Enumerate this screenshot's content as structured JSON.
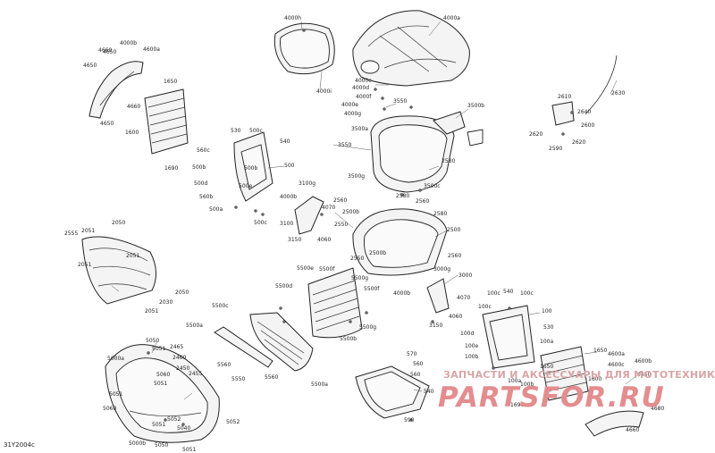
{
  "diagram_code": "31Y2004c",
  "watermark": {
    "line1": "ЗАПЧАСТИ И АКСЕССУАРЫ ДЛЯ МОТОТЕХНИКИ",
    "line2": "PARTSFOR.RU"
  },
  "callouts": [
    {
      "id": "c1",
      "text": "4000h"
    },
    {
      "id": "c2",
      "text": "4000a"
    },
    {
      "id": "c3",
      "text": "4000b"
    },
    {
      "id": "c4",
      "text": "4660"
    },
    {
      "id": "c5",
      "text": "4600a"
    },
    {
      "id": "c6",
      "text": "4650"
    },
    {
      "id": "c7",
      "text": "4660"
    },
    {
      "id": "c8",
      "text": "4650"
    },
    {
      "id": "c9",
      "text": "1650"
    },
    {
      "id": "c10",
      "text": "1600"
    },
    {
      "id": "c11",
      "text": "1690"
    },
    {
      "id": "c12",
      "text": "4000i"
    },
    {
      "id": "c13",
      "text": "4000c"
    },
    {
      "id": "c14",
      "text": "4000d"
    },
    {
      "id": "c15",
      "text": "4000f"
    },
    {
      "id": "c16",
      "text": "4000e"
    },
    {
      "id": "c17",
      "text": "4000g"
    },
    {
      "id": "c18",
      "text": "3550"
    },
    {
      "id": "c19",
      "text": "3500b"
    },
    {
      "id": "c20",
      "text": "3500a"
    },
    {
      "id": "c21",
      "text": "3550"
    },
    {
      "id": "c22",
      "text": "2580"
    },
    {
      "id": "c23",
      "text": "3500g"
    },
    {
      "id": "c24",
      "text": "3500c"
    },
    {
      "id": "c25",
      "text": "2630"
    },
    {
      "id": "c26",
      "text": "2610"
    },
    {
      "id": "c27",
      "text": "2640"
    },
    {
      "id": "c28",
      "text": "2600"
    },
    {
      "id": "c29",
      "text": "2620"
    },
    {
      "id": "c30",
      "text": "2620"
    },
    {
      "id": "c31",
      "text": "2590"
    },
    {
      "id": "c32",
      "text": "530"
    },
    {
      "id": "c33",
      "text": "500c"
    },
    {
      "id": "c34",
      "text": "540"
    },
    {
      "id": "c35",
      "text": "560c"
    },
    {
      "id": "c36",
      "text": "500"
    },
    {
      "id": "c37",
      "text": "500b"
    },
    {
      "id": "c38",
      "text": "500b"
    },
    {
      "id": "c39",
      "text": "500d"
    },
    {
      "id": "c40",
      "text": "500e"
    },
    {
      "id": "c41",
      "text": "560b"
    },
    {
      "id": "c42",
      "text": "500a"
    },
    {
      "id": "c43",
      "text": "500c"
    },
    {
      "id": "c44",
      "text": "3100g"
    },
    {
      "id": "c45",
      "text": "4000b"
    },
    {
      "id": "c46",
      "text": "4070"
    },
    {
      "id": "c47",
      "text": "3100"
    },
    {
      "id": "c48",
      "text": "3150"
    },
    {
      "id": "c49",
      "text": "4060"
    },
    {
      "id": "c50",
      "text": "2560"
    },
    {
      "id": "c51",
      "text": "2580"
    },
    {
      "id": "c52",
      "text": "2500b"
    },
    {
      "id": "c53",
      "text": "2560"
    },
    {
      "id": "c54",
      "text": "2580"
    },
    {
      "id": "c55",
      "text": "2500"
    },
    {
      "id": "c56",
      "text": "2550"
    },
    {
      "id": "c57",
      "text": "2500b"
    },
    {
      "id": "c58",
      "text": "2560"
    },
    {
      "id": "c59",
      "text": "2550"
    },
    {
      "id": "c60",
      "text": "2051"
    },
    {
      "id": "c61",
      "text": "2050"
    },
    {
      "id": "c62",
      "text": "2051"
    },
    {
      "id": "c63",
      "text": "2051"
    },
    {
      "id": "c64",
      "text": "2555"
    },
    {
      "id": "c65",
      "text": "2050"
    },
    {
      "id": "c66",
      "text": "2030"
    },
    {
      "id": "c67",
      "text": "2051"
    },
    {
      "id": "c68",
      "text": "5500e"
    },
    {
      "id": "c69",
      "text": "5500f"
    },
    {
      "id": "c70",
      "text": "5500d"
    },
    {
      "id": "c71",
      "text": "5500g"
    },
    {
      "id": "c72",
      "text": "5500f"
    },
    {
      "id": "c73",
      "text": "5500c"
    },
    {
      "id": "c74",
      "text": "5500g"
    },
    {
      "id": "c75",
      "text": "5500b"
    },
    {
      "id": "c76",
      "text": "5500a"
    },
    {
      "id": "c77",
      "text": "5560"
    },
    {
      "id": "c78",
      "text": "5550"
    },
    {
      "id": "c79",
      "text": "5560"
    },
    {
      "id": "c80",
      "text": "5500a"
    },
    {
      "id": "c81",
      "text": "3000g"
    },
    {
      "id": "c82",
      "text": "3000"
    },
    {
      "id": "c83",
      "text": "4000b"
    },
    {
      "id": "c84",
      "text": "4070"
    },
    {
      "id": "c85",
      "text": "4060"
    },
    {
      "id": "c86",
      "text": "3150"
    },
    {
      "id": "c87",
      "text": "100c"
    },
    {
      "id": "c88",
      "text": "540"
    },
    {
      "id": "c89",
      "text": "100c"
    },
    {
      "id": "c90",
      "text": "100c"
    },
    {
      "id": "c91",
      "text": "100"
    },
    {
      "id": "c92",
      "text": "530"
    },
    {
      "id": "c93",
      "text": "100d"
    },
    {
      "id": "c94",
      "text": "100a"
    },
    {
      "id": "c95",
      "text": "100e"
    },
    {
      "id": "c96",
      "text": "100b"
    },
    {
      "id": "c97",
      "text": "100a"
    },
    {
      "id": "c98",
      "text": "100b"
    },
    {
      "id": "c99",
      "text": "1650"
    },
    {
      "id": "c100",
      "text": "4600a"
    },
    {
      "id": "c101",
      "text": "4600c"
    },
    {
      "id": "c102",
      "text": "4600b"
    },
    {
      "id": "c103",
      "text": "4650"
    },
    {
      "id": "c104",
      "text": "1650"
    },
    {
      "id": "c105",
      "text": "1600"
    },
    {
      "id": "c106",
      "text": "1690"
    },
    {
      "id": "c107",
      "text": "4660"
    },
    {
      "id": "c108",
      "text": "4680"
    },
    {
      "id": "c109",
      "text": "570"
    },
    {
      "id": "c110",
      "text": "560"
    },
    {
      "id": "c111",
      "text": "560"
    },
    {
      "id": "c112",
      "text": "540"
    },
    {
      "id": "c113",
      "text": "590"
    },
    {
      "id": "c114",
      "text": "5050"
    },
    {
      "id": "c115",
      "text": "5051"
    },
    {
      "id": "c116",
      "text": "2465"
    },
    {
      "id": "c117",
      "text": "2460"
    },
    {
      "id": "c118",
      "text": "5000a"
    },
    {
      "id": "c119",
      "text": "5060"
    },
    {
      "id": "c120",
      "text": "2450"
    },
    {
      "id": "c121",
      "text": "2455"
    },
    {
      "id": "c122",
      "text": "5051"
    },
    {
      "id": "c123",
      "text": "5051"
    },
    {
      "id": "c124",
      "text": "5060"
    },
    {
      "id": "c125",
      "text": "5052"
    },
    {
      "id": "c126",
      "text": "5040"
    },
    {
      "id": "c127",
      "text": "5052"
    },
    {
      "id": "c128",
      "text": "5000b"
    },
    {
      "id": "c129",
      "text": "5050"
    },
    {
      "id": "c130",
      "text": "5051"
    },
    {
      "id": "c131",
      "text": "5051"
    },
    {
      "id": "c132",
      "text": "4650"
    }
  ]
}
